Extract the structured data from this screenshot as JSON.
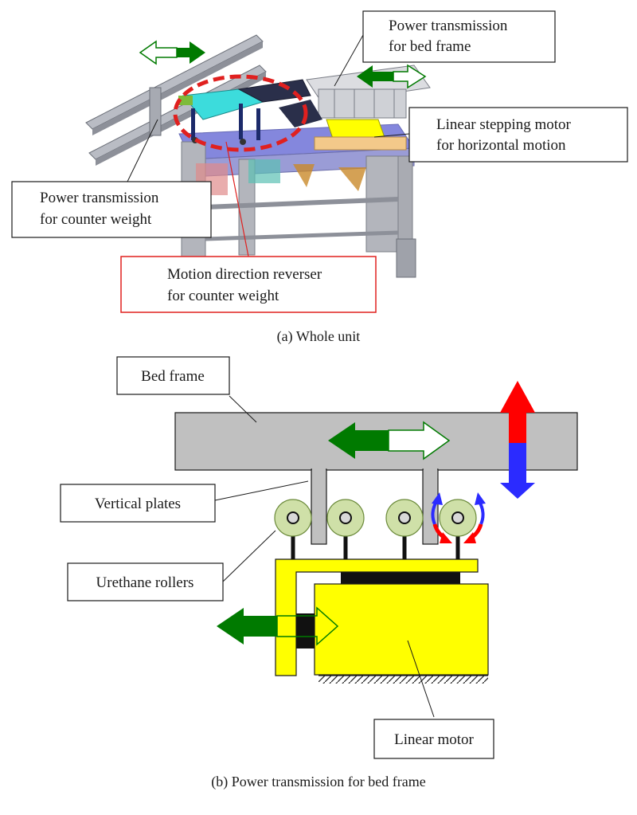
{
  "panel_a": {
    "caption": "(a)  Whole unit",
    "labels": {
      "power_bed_1": "Power transmission",
      "power_bed_2": "for bed frame",
      "linear_stepping_1": "Linear stepping motor",
      "linear_stepping_2": "for horizontal motion",
      "power_counter_1": "Power transmission",
      "power_counter_2": "for counter weight",
      "reverser_1": "Motion direction reverser",
      "reverser_2": "for counter weight"
    }
  },
  "panel_b": {
    "caption": "(b)  Power transmission for bed frame",
    "labels": {
      "bed_frame": "Bed frame",
      "vertical_plates": "Vertical plates",
      "urethane_rollers": "Urethane rollers",
      "linear_motor": "Linear motor"
    }
  },
  "colors": {
    "frame_grey": "#c0c0c0",
    "motor_yellow": "#ffff00",
    "roller_green": "#cfe0a8",
    "arrow_green": "#007a00",
    "arrow_red": "#ff0000",
    "arrow_blue": "#2b2bff",
    "highlight_red": "#e0201f",
    "table_blue": "#6f73d8"
  }
}
